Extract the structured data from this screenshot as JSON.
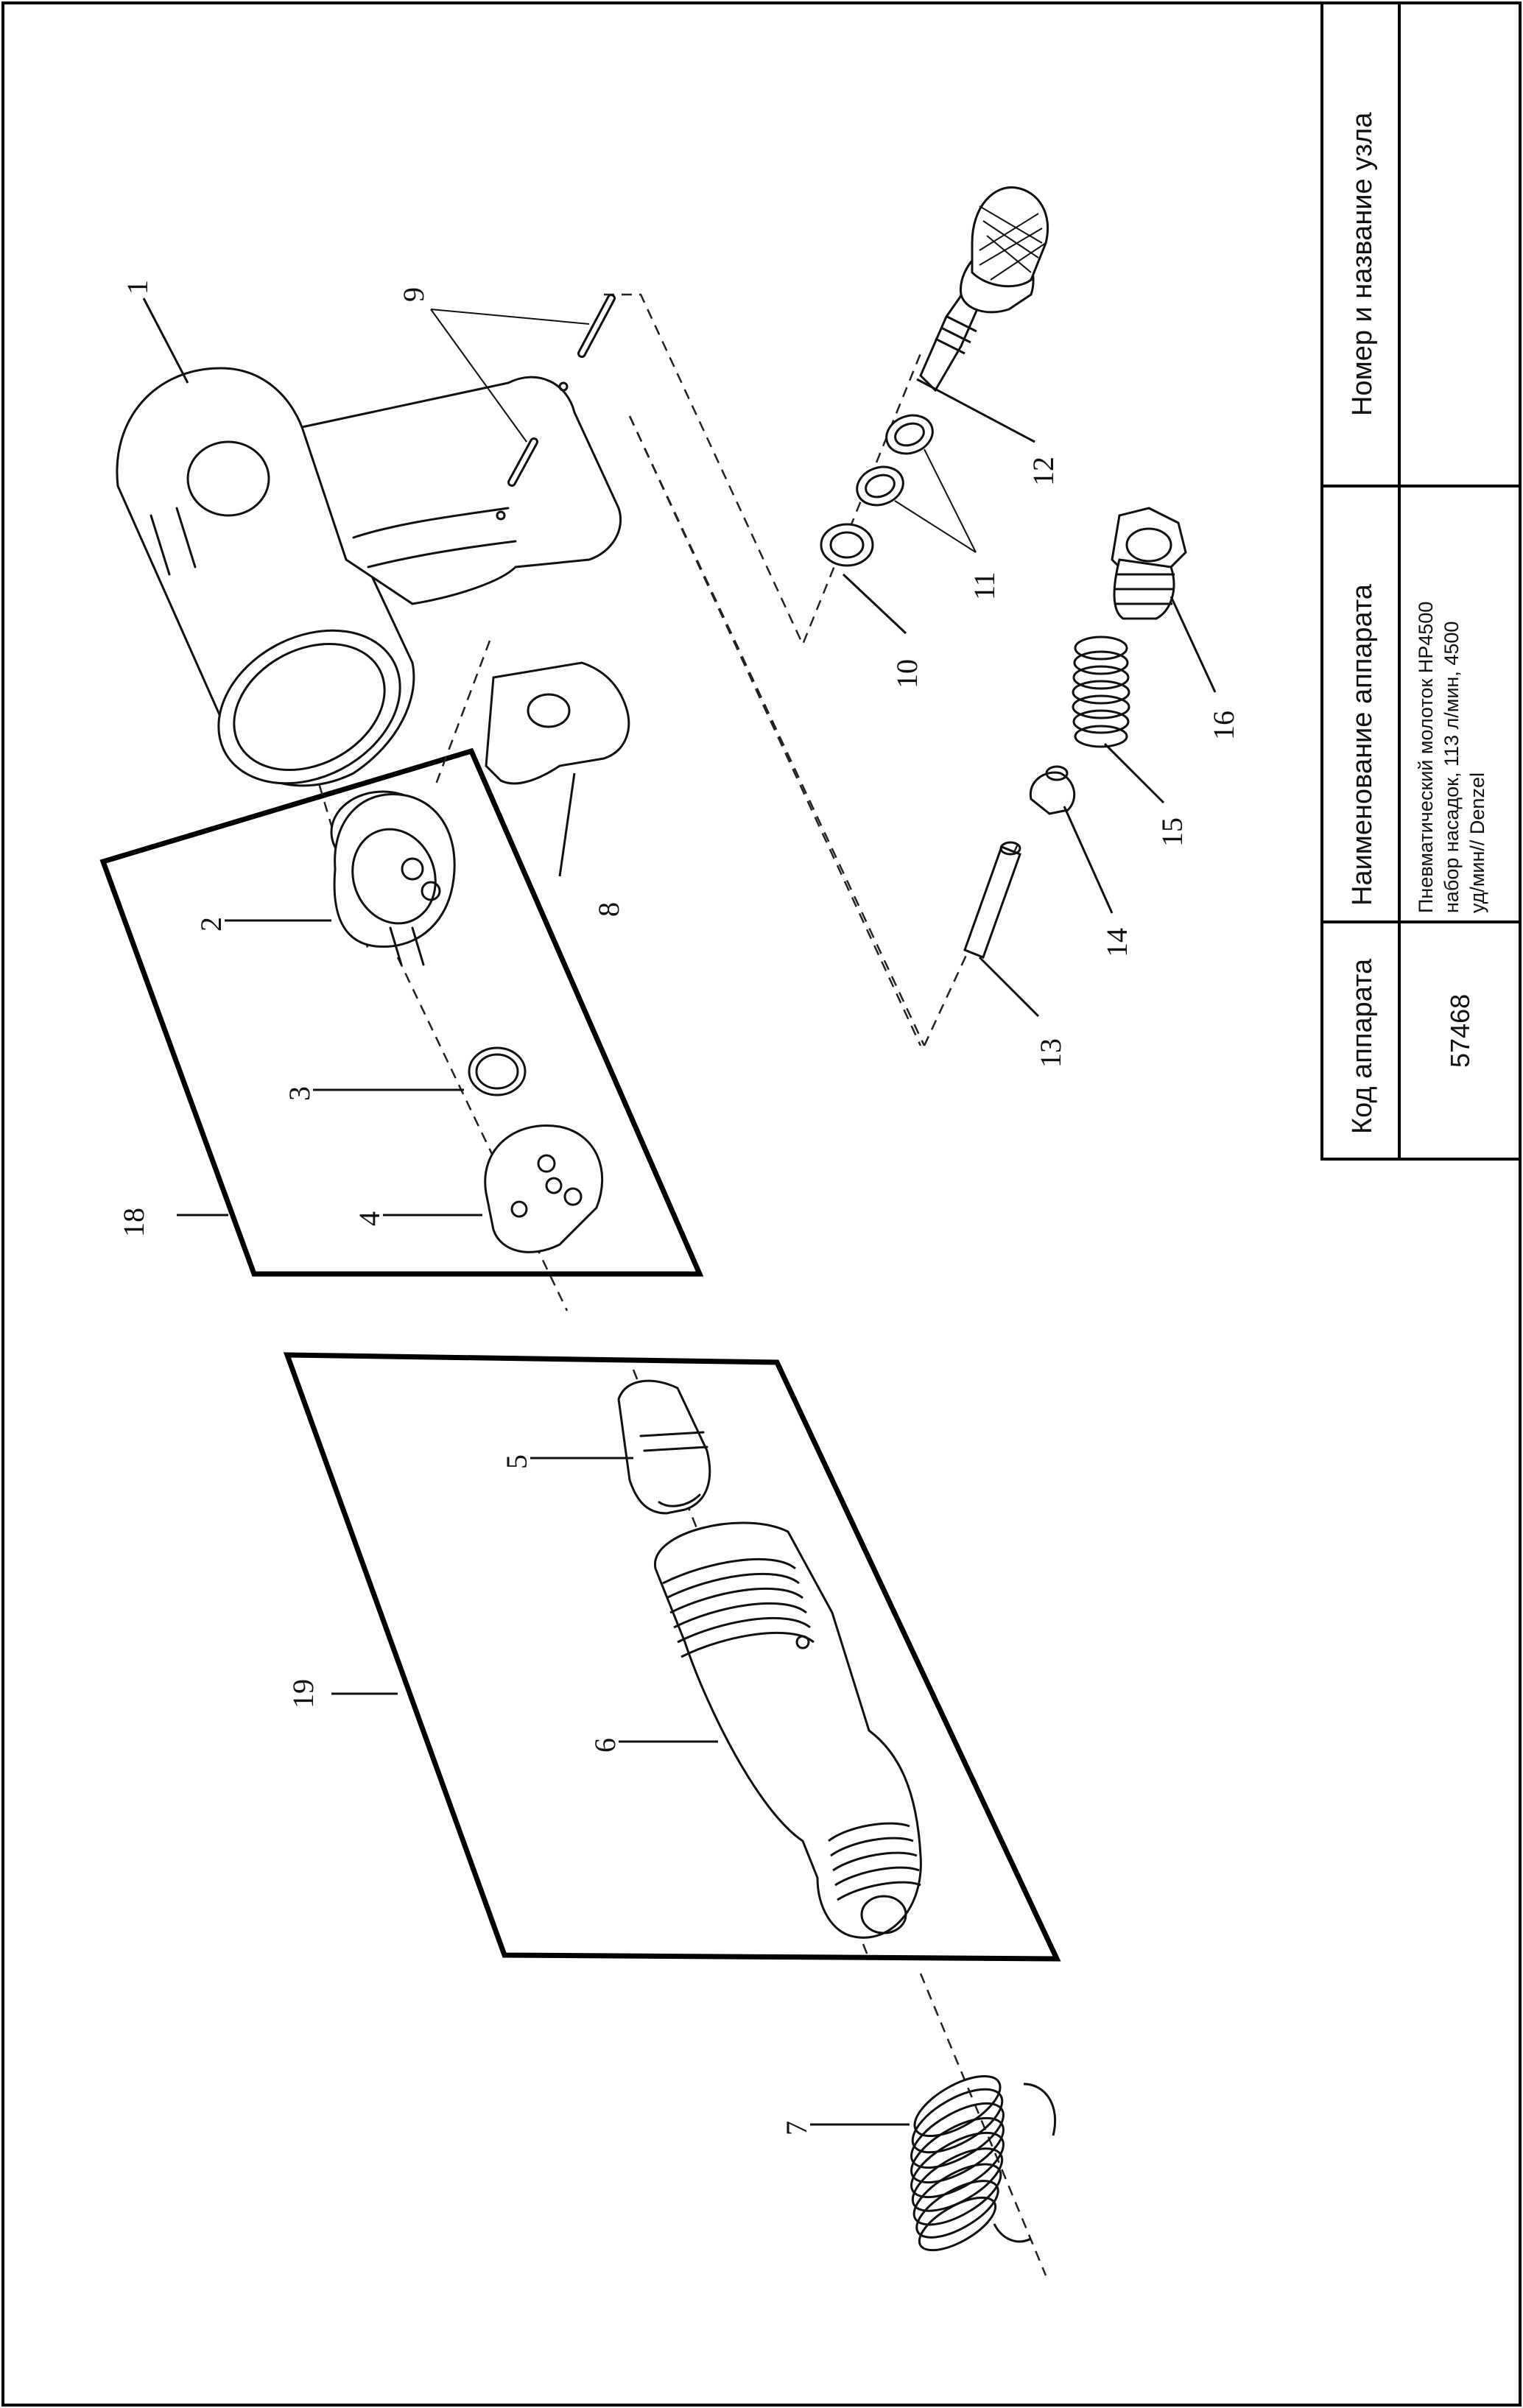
{
  "title_block": {
    "code_header": "Код аппарата",
    "name_header": "Наименование аппарата",
    "node_header": "Номер и название узла",
    "code_value": "57468",
    "name_lines": [
      "Пневматический молоток HP4500",
      "набор насадок, 113 л/мин, 4500",
      "уд/мин// Denzel"
    ],
    "node_value": ""
  },
  "callouts": {
    "c1": "1",
    "c2": "2",
    "c3": "3",
    "c4": "4",
    "c5": "5",
    "c6": "6",
    "c7": "7",
    "c8": "8",
    "c9": "9",
    "c10": "10",
    "c11": "11",
    "c12": "12",
    "c13": "13",
    "c14": "14",
    "c15": "15",
    "c16": "16",
    "c18": "18",
    "c19": "19"
  }
}
